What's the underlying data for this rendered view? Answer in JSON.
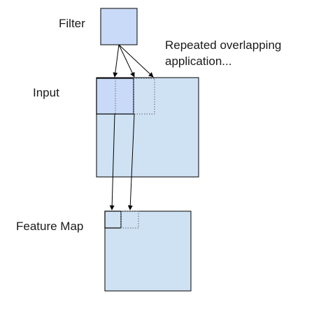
{
  "labels": {
    "filter": "Filter",
    "annotation_line1": "Repeated overlapping",
    "annotation_line2": "application...",
    "input": "Input",
    "feature_map": "Feature Map"
  },
  "colors": {
    "filter_fill": "#c9daf8",
    "panel_fill": "#cfe2f3",
    "outline": "#000000",
    "dotted_outline": "#5f6368",
    "arrow": "#000000"
  }
}
